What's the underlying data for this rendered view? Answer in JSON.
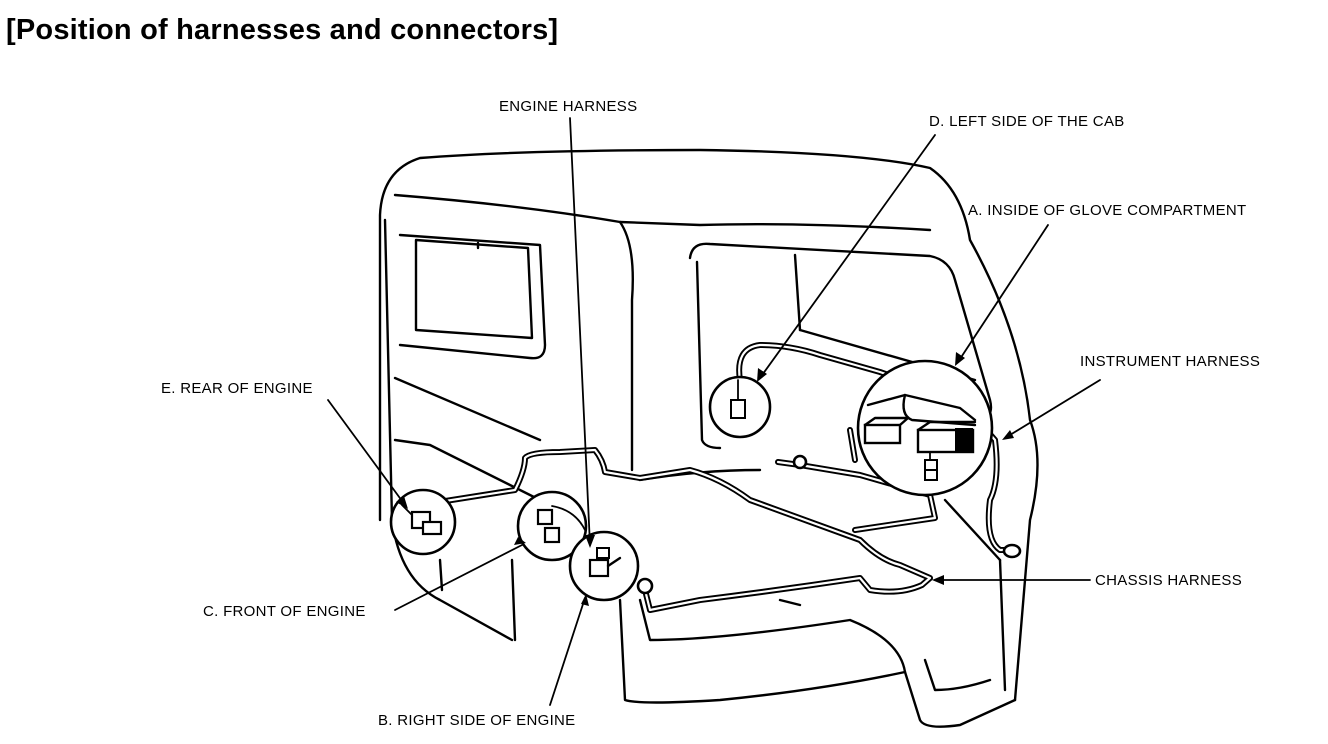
{
  "title": "[Position of harnesses and connectors]",
  "labels": {
    "engine_harness": "ENGINE HARNESS",
    "d_left_side_cab": "D. LEFT SIDE OF THE CAB",
    "a_glove_compartment": "A. INSIDE OF GLOVE COMPARTMENT",
    "instrument_harness": "INSTRUMENT HARNESS",
    "e_rear_engine": "E. REAR OF ENGINE",
    "chassis_harness": "CHASSIS HARNESS",
    "c_front_engine": "C. FRONT OF ENGINE",
    "b_right_side_engine": "B. RIGHT SIDE OF ENGINE"
  }
}
